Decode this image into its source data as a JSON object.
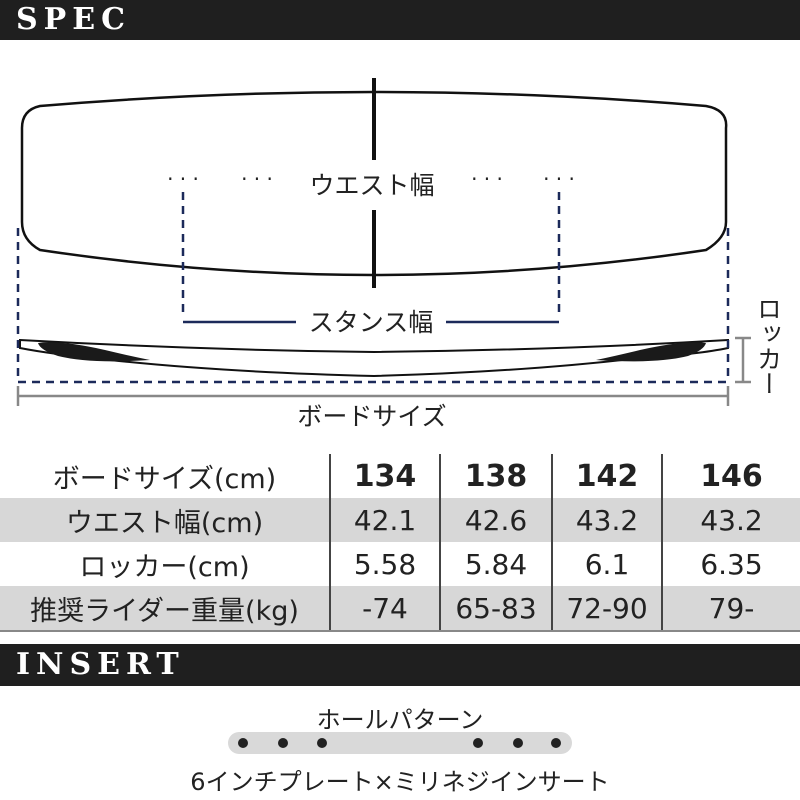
{
  "sections": {
    "spec_title": "SPEC",
    "insert_title": "INSERT"
  },
  "diagram": {
    "waist_width_label": "ウエスト幅",
    "stance_width_label": "スタンス幅",
    "rocker_label": "ロッカー",
    "board_size_label": "ボードサイズ",
    "dots_left": "·  ·  ·",
    "dots_mid_left": "·  ·  ·",
    "dots_mid_right": "·  ·  ·",
    "dots_right": "·  ·  ·"
  },
  "spec_table": {
    "rows": [
      {
        "label": "ボードサイズ(cm)",
        "values": [
          "134",
          "138",
          "142",
          "146"
        ]
      },
      {
        "label": "ウエスト幅(cm)",
        "values": [
          "42.1",
          "42.6",
          "43.2",
          "43.2"
        ]
      },
      {
        "label": "ロッカー(cm)",
        "values": [
          "5.58",
          "5.84",
          "6.1",
          "6.35"
        ]
      },
      {
        "label": "推奨ライダー重量(kg)",
        "values": [
          "-74",
          "65-83",
          "72-90",
          "79-"
        ]
      }
    ]
  },
  "insert": {
    "pattern_label": "ホールパターン",
    "caption": "6インチプレート×ミリネジインサート"
  },
  "colors": {
    "header_band": "#1f1f1f",
    "dashed_line": "#1c2a5a",
    "shaded_row": "#d7d7d7",
    "dimension_gray": "#888888"
  }
}
